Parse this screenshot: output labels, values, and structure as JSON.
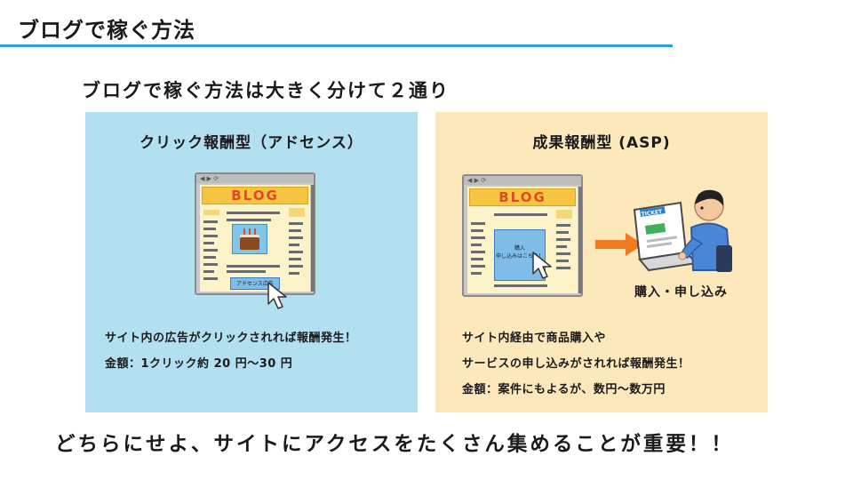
{
  "slide": {
    "title": "ブログで稼ぐ方法",
    "subtitle": "ブログで稼ぐ方法は大きく分けて２通り",
    "conclusion": "どちらにせよ、サイトにアクセスをたくさん集めることが重要！！"
  },
  "left_panel": {
    "heading": "クリック報酬型（アドセンス）",
    "illustration": {
      "banner": "BLOG",
      "ad_label": "アドセンス広告",
      "icons": [
        "browser-window-icon",
        "cake-icon",
        "mouse-cursor-icon"
      ]
    },
    "description": [
      "サイト内の広告がクリックされれば報酬発生！",
      "金額：1クリック約 20 円～30 円"
    ]
  },
  "right_panel": {
    "heading": "成果報酬型 (ASP)",
    "illustration": {
      "banner": "BLOG",
      "buy_label_line1": "購入",
      "buy_label_line2": "申し込みはこちら！",
      "ticket_label": "TICKET",
      "caption": "購入・申し込み",
      "icons": [
        "browser-window-icon",
        "mouse-cursor-icon",
        "arrow-right-icon",
        "person-at-laptop-icon"
      ]
    },
    "description": [
      "サイト内経由で商品購入や",
      "サービスの申し込みがされれば報酬発生！",
      "金額：案件にもよるが、数円～数万円"
    ]
  },
  "colors": {
    "accent_line": "#2d9fd8",
    "left_panel_bg": "#b3e0f0",
    "right_panel_bg": "#fde8bc",
    "arrow": "#f07a1e",
    "banner_text": "#e04a2a"
  }
}
